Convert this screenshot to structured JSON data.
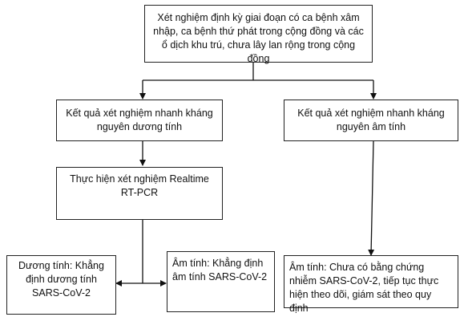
{
  "nodes": {
    "top": "Xét nghiệm định kỳ giai đoạn có ca bệnh xâm nhập, ca bệnh thứ phát trong cộng đồng và các ổ dịch khu trú, chưa lây lan rộng trong cộng đồng",
    "rapid_positive": "Kết quả xét nghiệm nhanh kháng nguyên dương tính",
    "rapid_negative": "Kết quả xét nghiệm nhanh kháng nguyên âm tính",
    "pcr": "Thực hiện xét nghiệm Realtime RT-PCR",
    "pcr_positive": "Dương tính: Khẳng định dương tính SARS-CoV-2",
    "pcr_negative": "Âm tính: Khẳng định âm tính SARS-CoV-2",
    "monitor": "Âm tính: Chưa có bằng chứng nhiễm SARS-CoV-2, tiếp tục thực hiện theo dõi, giám sát theo quy định"
  }
}
